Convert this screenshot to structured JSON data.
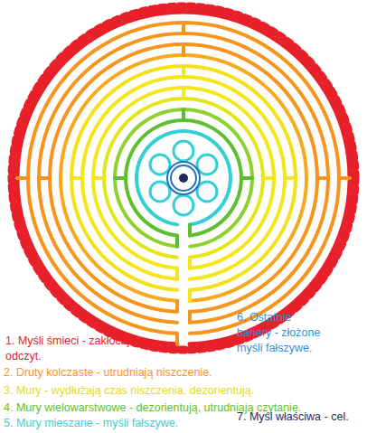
{
  "diagram": {
    "legend": [
      {
        "text": "1. Myśli śmieci - zakłócają odczyt.",
        "color": "#e8202a"
      },
      {
        "text": "2. Druty kolczaste - utrudniają niszczenie.",
        "color": "#f7941d"
      },
      {
        "text": "3. Mury - wydłużają czas niszczenia, dezorientują.",
        "color": "#e8d81a"
      },
      {
        "text": "4. Mury wielowarstwowe - dezorientują, utrudniają czytanie.",
        "color": "#5cc02e"
      },
      {
        "text": "5. Mury mieszane - myśli fałszywe.",
        "color": "#33cfd6"
      },
      {
        "text": "6. Ostatnie bariery - złożone myśli fałszywe.",
        "color": "#2f8fd8"
      },
      {
        "text": "7. Myśl właściwa - cel.",
        "color": "#1e2a5a"
      }
    ]
  }
}
